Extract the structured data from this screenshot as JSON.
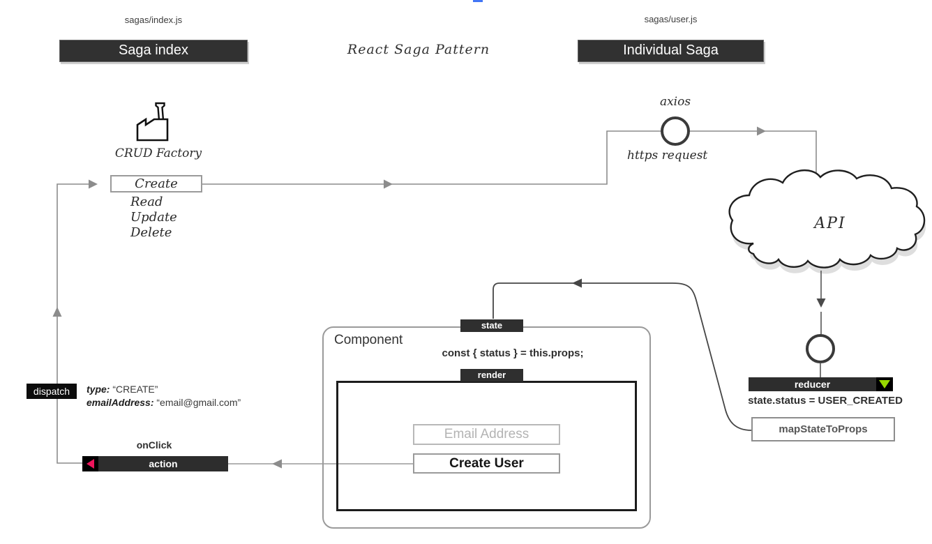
{
  "page": {
    "background": "#ffffff",
    "accent_blue": "#4276f5"
  },
  "header": {
    "left": {
      "file_label": "sagas/index.js",
      "bar_label": "Saga index"
    },
    "title": "React Saga Pattern",
    "right": {
      "file_label": "sagas/user.js",
      "bar_label": "Individual Saga"
    }
  },
  "saga_index": {
    "factory_label": "CRUD Factory",
    "operations": [
      "Create",
      "Read",
      "Update",
      "Delete"
    ],
    "selected_operation": "Create"
  },
  "dispatch": {
    "label": "dispatch",
    "payload": [
      {
        "key": "type:",
        "value": "“CREATE”"
      },
      {
        "key": "emailAddress:",
        "value": "“email@gmail.com”"
      }
    ]
  },
  "action": {
    "event_label": "onClick",
    "bar_label": "action",
    "arrow_color": "#ee155c"
  },
  "request": {
    "axios_label": "axios",
    "request_label": "https request",
    "api_label": "API"
  },
  "reducer": {
    "bar_label": "reducer",
    "triangle_color": "#97d800",
    "state_line": "state.status = USER_CREATED",
    "map_box_label": "mapStateToProps"
  },
  "component": {
    "title": "Component",
    "state_tag": "state",
    "props_line": "const { status } = this.props;",
    "render_tag": "render",
    "email_placeholder": "Email Address",
    "button_label": "Create User"
  }
}
